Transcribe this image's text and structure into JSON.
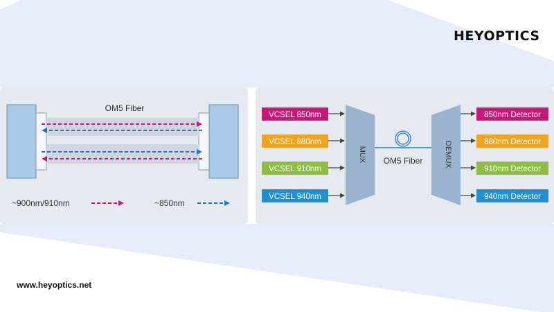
{
  "brand": {
    "logo_text": "HEYOPTICS",
    "website": "www.heyoptics.net"
  },
  "left_diagram": {
    "fiber_label": "OM5 Fiber",
    "legend": [
      {
        "label": "~900nm/910nm",
        "color": "#c8177a"
      },
      {
        "label": "~850nm",
        "color": "#1a7bc4"
      }
    ]
  },
  "right_diagram": {
    "transmitters": [
      {
        "label": "VCSEL 850nm",
        "color": "#c8177a"
      },
      {
        "label": "VCSEL 880nm",
        "color": "#f0a31c"
      },
      {
        "label": "VCSEL 910nm",
        "color": "#8cbf3f"
      },
      {
        "label": "VCSEL 940nm",
        "color": "#1f8fce"
      }
    ],
    "mux_label": "MUX",
    "demux_label": "DEMUX",
    "fiber_label": "OM5 Fiber",
    "detectors": [
      {
        "label": "850nm Detector",
        "color": "#c8177a"
      },
      {
        "label": "880nm Detector",
        "color": "#f0a31c"
      },
      {
        "label": "910nm Detector",
        "color": "#8cbf3f"
      },
      {
        "label": "940nm Detector",
        "color": "#1f8fce"
      }
    ]
  }
}
